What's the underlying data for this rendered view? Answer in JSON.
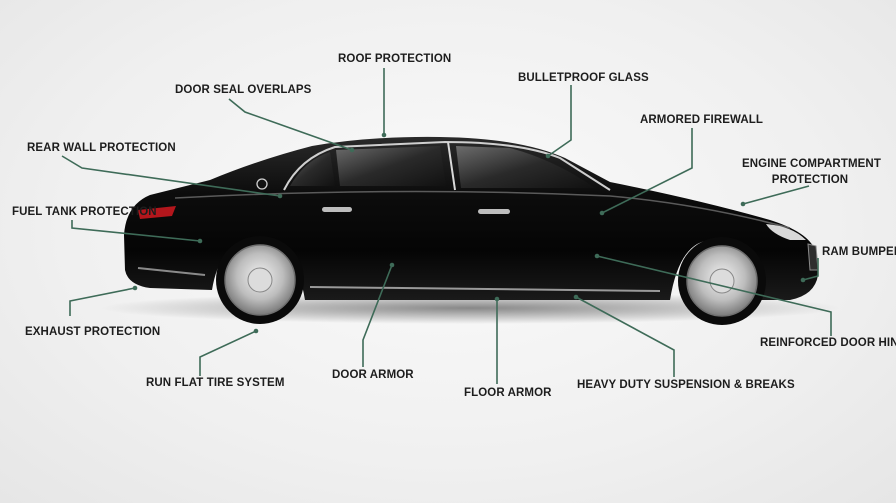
{
  "labels": {
    "roof_protection": "ROOF PROTECTION",
    "bulletproof_glass": "BULLETPROOF GLASS",
    "door_seal_overlaps": "DOOR SEAL OVERLAPS",
    "armored_firewall": "ARMORED FIREWALL",
    "rear_wall_protection": "REAR WALL PROTECTION",
    "engine_compartment_line1": "ENGINE COMPARTMENT",
    "engine_compartment_line2": "PROTECTION",
    "fuel_tank_protection": "FUEL TANK PROTECTION",
    "ram_bumpers": "RAM BUMPERS",
    "reinforced_door_hinges": "REINFORCED DOOR HINGES",
    "exhaust_protection": "EXHAUST PROTECTION",
    "run_flat_tire_system": "RUN FLAT TIRE SYSTEM",
    "door_armor": "DOOR ARMOR",
    "floor_armor": "FLOOR ARMOR",
    "heavy_duty_suspension": "HEAVY DUTY SUSPENSION & BREAKS"
  },
  "colors": {
    "leader_line": "#3e6b58",
    "car_body": "#0b0b0b",
    "label_text": "#1d1d1d"
  }
}
